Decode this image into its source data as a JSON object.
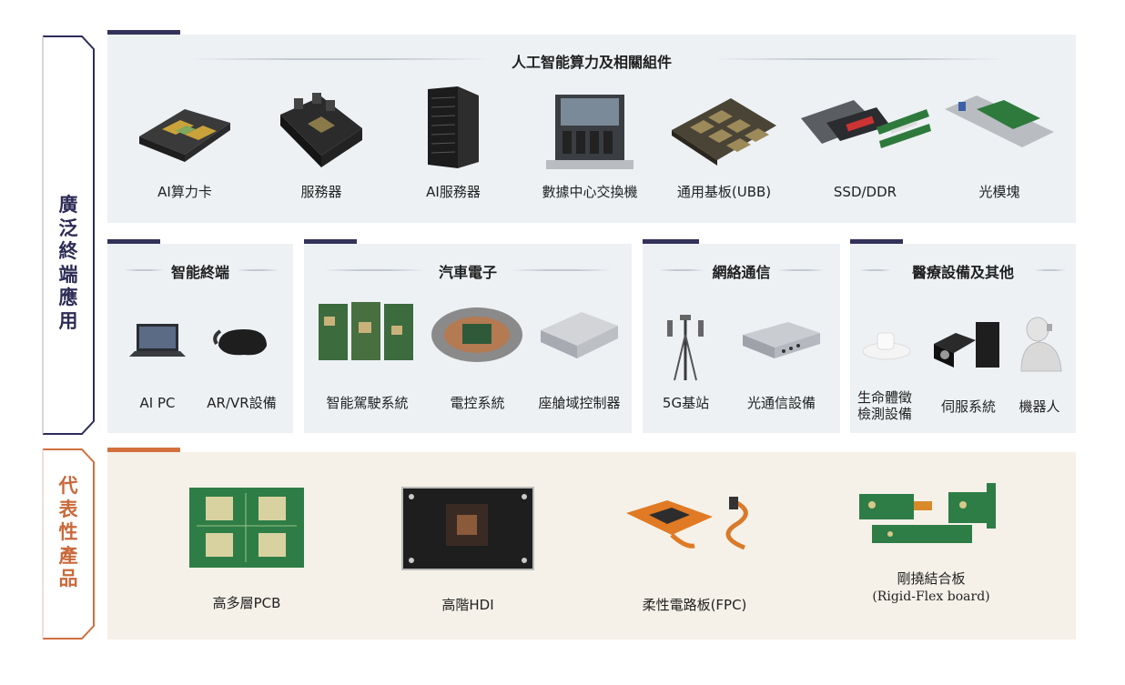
{
  "side_labels": {
    "applications": "廣泛終端應用",
    "products": "代表性產品"
  },
  "ai_section": {
    "title": "人工智能算力及相關組件",
    "items": [
      "AI算力卡",
      "服務器",
      "AI服務器",
      "數據中心交換機",
      "通用基板(UBB)",
      "SSD/DDR",
      "光模塊"
    ]
  },
  "smart_terminal": {
    "title": "智能終端",
    "items": [
      "AI PC",
      "AR/VR設備"
    ]
  },
  "automotive": {
    "title": "汽車電子",
    "items": [
      "智能駕駛系統",
      "電控系統",
      "座艙域控制器"
    ]
  },
  "network": {
    "title": "網絡通信",
    "items": [
      "5G基站",
      "光通信設備"
    ]
  },
  "medical": {
    "title": "醫療設備及其他",
    "items": [
      "生命體徵",
      "檢測設備",
      "伺服系統",
      "機器人"
    ]
  },
  "products": {
    "items": [
      "高多層PCB",
      "高階HDI",
      "柔性電路板(FPC)",
      "剛撓結合板",
      "(Rigid-Flex board)"
    ]
  },
  "colors": {
    "navy": "#33325a",
    "orange": "#d2703e",
    "panel": "#edf1f4",
    "panel_beige": "#f5f1e8"
  }
}
